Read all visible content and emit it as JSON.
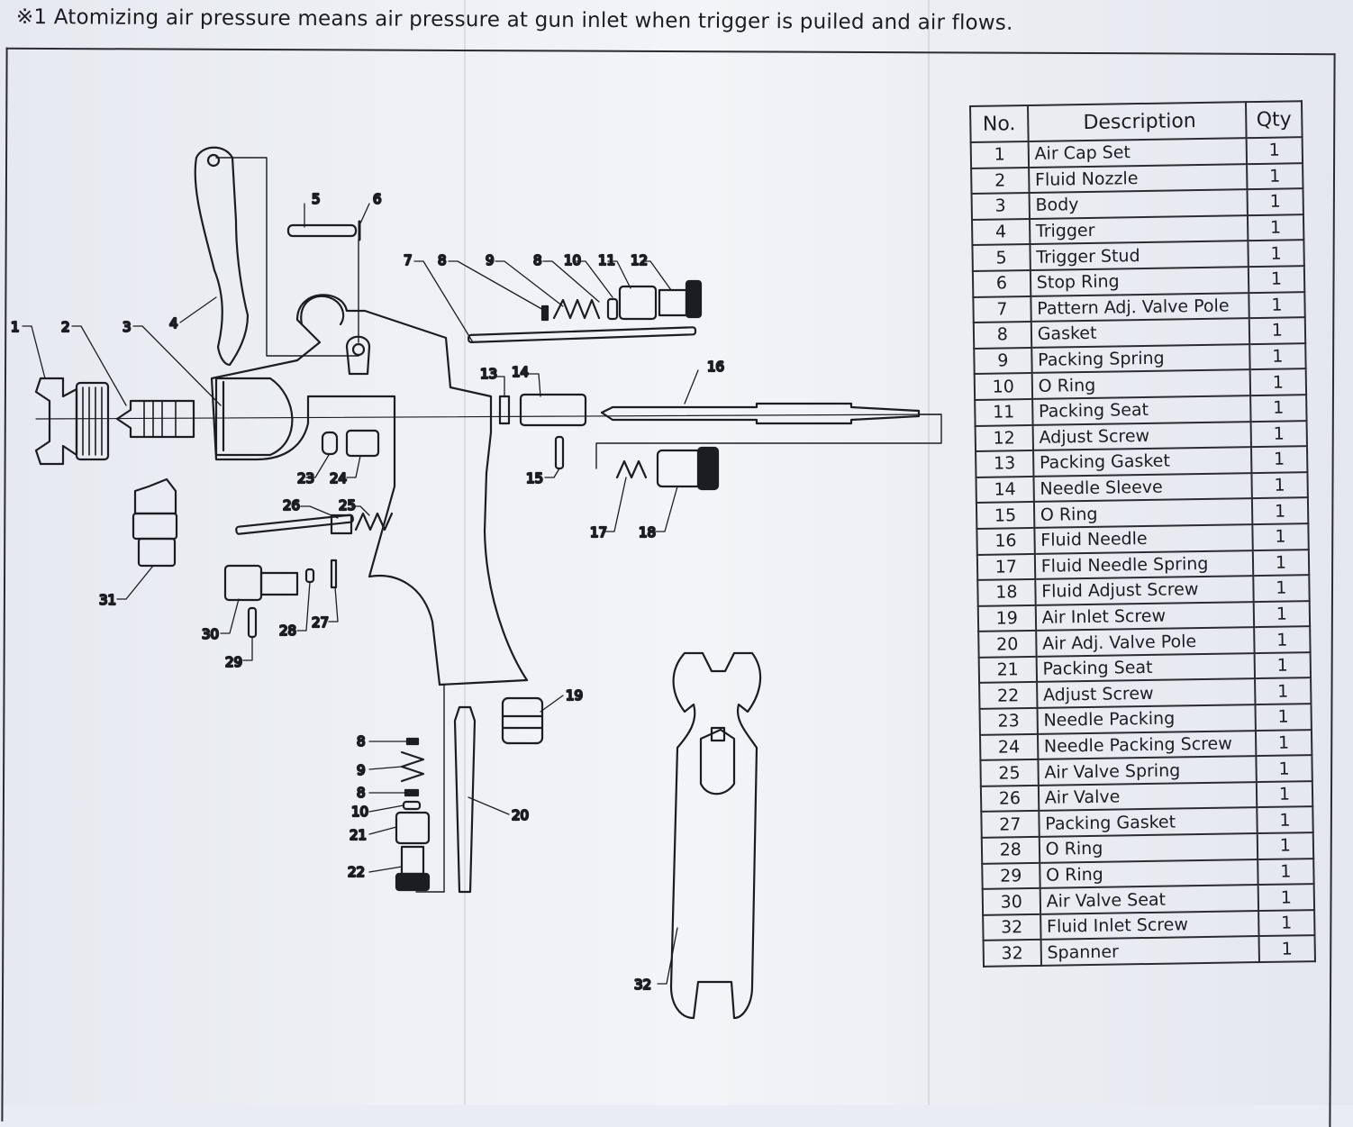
{
  "note": "※1 Atomizing air pressure means air pressure at gun inlet when trigger is puiled and air flows.",
  "table": {
    "headers": {
      "no": "No.",
      "description": "Description",
      "qty": "Qty"
    },
    "rows": [
      {
        "no": "1",
        "description": "Air Cap Set",
        "qty": "1"
      },
      {
        "no": "2",
        "description": "Fluid Nozzle",
        "qty": "1"
      },
      {
        "no": "3",
        "description": "Body",
        "qty": "1"
      },
      {
        "no": "4",
        "description": "Trigger",
        "qty": "1"
      },
      {
        "no": "5",
        "description": "Trigger Stud",
        "qty": "1"
      },
      {
        "no": "6",
        "description": "Stop Ring",
        "qty": "1"
      },
      {
        "no": "7",
        "description": "Pattern Adj. Valve Pole",
        "qty": "1"
      },
      {
        "no": "8",
        "description": "Gasket",
        "qty": "1"
      },
      {
        "no": "9",
        "description": "Packing Spring",
        "qty": "1"
      },
      {
        "no": "10",
        "description": "O Ring",
        "qty": "1"
      },
      {
        "no": "11",
        "description": "Packing Seat",
        "qty": "1"
      },
      {
        "no": "12",
        "description": "Adjust Screw",
        "qty": "1"
      },
      {
        "no": "13",
        "description": "Packing Gasket",
        "qty": "1"
      },
      {
        "no": "14",
        "description": "Needle Sleeve",
        "qty": "1"
      },
      {
        "no": "15",
        "description": "O Ring",
        "qty": "1"
      },
      {
        "no": "16",
        "description": "Fluid Needle",
        "qty": "1"
      },
      {
        "no": "17",
        "description": "Fluid Needle Spring",
        "qty": "1"
      },
      {
        "no": "18",
        "description": "Fluid Adjust Screw",
        "qty": "1"
      },
      {
        "no": "19",
        "description": "Air  Inlet Screw",
        "qty": "1"
      },
      {
        "no": "20",
        "description": "Air Adj. Valve Pole",
        "qty": "1"
      },
      {
        "no": "21",
        "description": "Packing Seat",
        "qty": "1"
      },
      {
        "no": "22",
        "description": "Adjust Screw",
        "qty": "1"
      },
      {
        "no": "23",
        "description": "Needle Packing",
        "qty": "1"
      },
      {
        "no": "24",
        "description": "Needle Packing Screw",
        "qty": "1"
      },
      {
        "no": "25",
        "description": "Air Valve Spring",
        "qty": "1"
      },
      {
        "no": "26",
        "description": "Air Valve",
        "qty": "1"
      },
      {
        "no": "27",
        "description": "Packing Gasket",
        "qty": "1"
      },
      {
        "no": "28",
        "description": "O Ring",
        "qty": "1"
      },
      {
        "no": "29",
        "description": "O Ring",
        "qty": "1"
      },
      {
        "no": "30",
        "description": "Air Valve Seat",
        "qty": "1"
      },
      {
        "no": "32",
        "description": "Fluid Inlet Screw",
        "qty": "1"
      },
      {
        "no": "32",
        "description": "Spanner",
        "qty": "1"
      }
    ]
  },
  "callouts": {
    "c1": "1",
    "c2": "2",
    "c3": "3",
    "c4": "4",
    "c5": "5",
    "c6": "6",
    "c7": "7",
    "c8a": "8",
    "c9a": "9",
    "c8b": "8",
    "c10a": "10",
    "c11": "11",
    "c12": "12",
    "c13": "13",
    "c14": "14",
    "c15": "15",
    "c16": "16",
    "c17": "17",
    "c18": "18",
    "c19": "19",
    "c20": "20",
    "c21": "21",
    "c22": "22",
    "c23": "23",
    "c24": "24",
    "c25": "25",
    "c26": "26",
    "c27": "27",
    "c28": "28",
    "c29": "29",
    "c30": "30",
    "c31": "31",
    "c32": "32",
    "c8c": "8",
    "c9b": "9",
    "c8d": "8",
    "c10b": "10"
  }
}
